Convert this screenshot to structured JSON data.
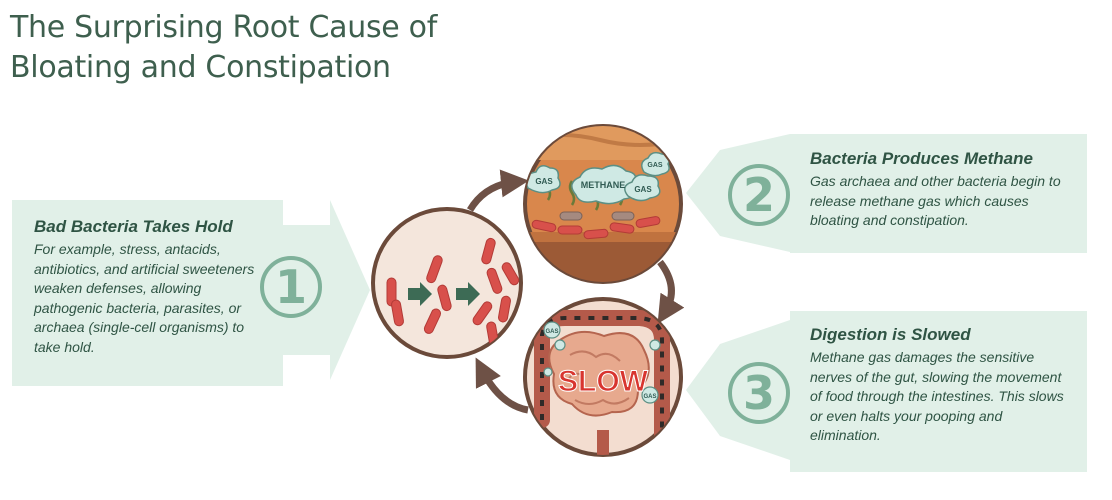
{
  "title": {
    "line1": "The Surprising Root Cause of",
    "line2": "Bloating and Constipation"
  },
  "steps": [
    {
      "number": "1",
      "heading": "Bad Bacteria Takes Hold",
      "body": "For example, stress, antacids, antibiotics, and artificial sweeteners weaken defenses, allowing pathogenic bacteria, parasites, or archaea (single-cell organisms) to take hold."
    },
    {
      "number": "2",
      "heading": "Bacteria Produces Methane",
      "body": "Gas archaea and other bacteria begin to release methane gas which causes bloating and constipation."
    },
    {
      "number": "3",
      "heading": "Digestion is Slowed",
      "body": "Methane gas damages the sensitive nerves of the gut, slowing the movement of food through the intestines. This slows or even halts your pooping and elimination."
    }
  ],
  "illustration": {
    "methane_label": "METHANE",
    "gas_label": "GAS",
    "slow_label": "SLOW"
  },
  "colors": {
    "title": "#3e5f4e",
    "card_bg": "#e1f0e8",
    "number": "#7fb19a",
    "circle_border": "#6b4a3a",
    "cycle_arrow": "#6e5146",
    "bacteria": "#d8504b"
  }
}
